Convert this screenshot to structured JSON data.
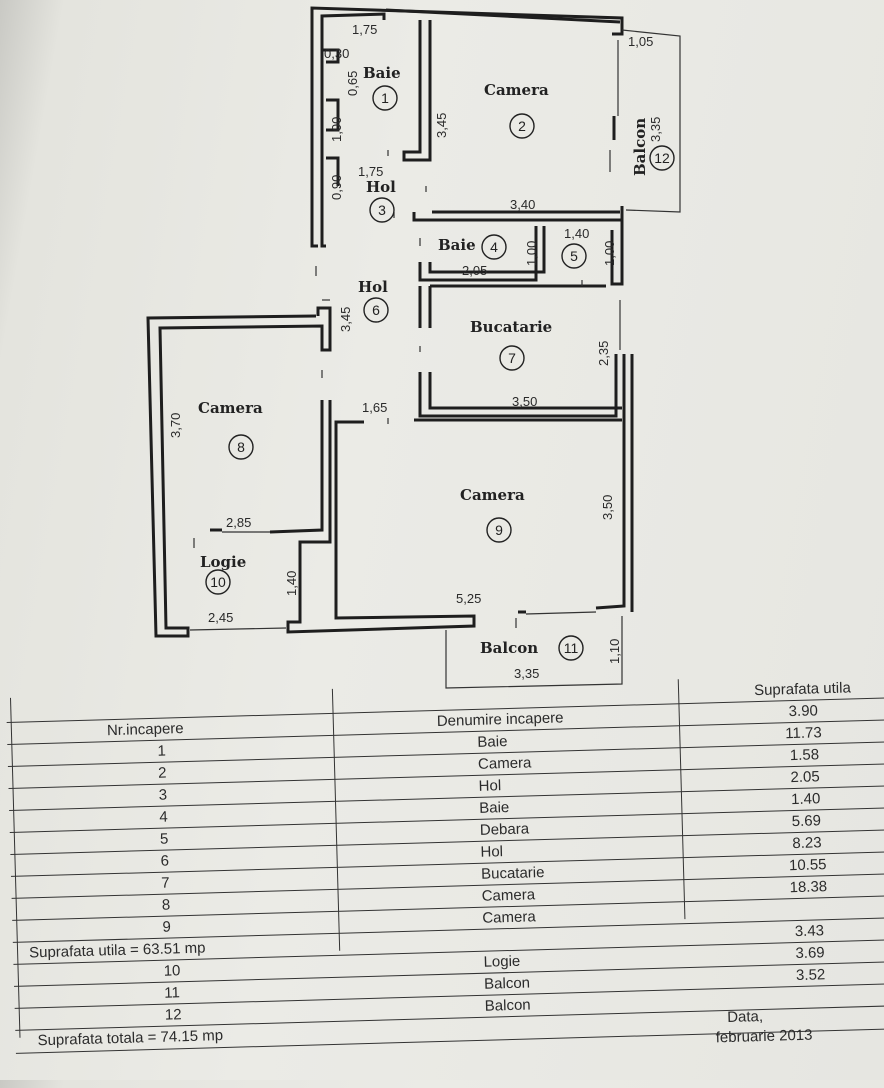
{
  "plan": {
    "rooms": [
      {
        "label": "Baie",
        "num": "1"
      },
      {
        "label": "Camera",
        "num": "2"
      },
      {
        "label": "Hol",
        "num": "3"
      },
      {
        "label": "Baie",
        "num": "4"
      },
      {
        "label": "",
        "num": "5"
      },
      {
        "label": "Hol",
        "num": "6"
      },
      {
        "label": "Bucatarie",
        "num": "7"
      },
      {
        "label": "Camera",
        "num": "8"
      },
      {
        "label": "Camera",
        "num": "9"
      },
      {
        "label": "Logie",
        "num": "10"
      },
      {
        "label": "Balcon",
        "num": "11"
      },
      {
        "label": "Balcon",
        "num": "12"
      }
    ],
    "dims": [
      "1,75",
      "0,30",
      "0,65",
      "1,00",
      "1,75",
      "0,90",
      "3,45",
      "1,05",
      "3,35",
      "3,40",
      "1,40",
      "1,00",
      "2,05",
      "1,00",
      "3,45",
      "2,35",
      "3,50",
      "1,65",
      "3,70",
      "2,85",
      "3,50",
      "1,40",
      "2,45",
      "5,25",
      "1,10",
      "3,35"
    ]
  },
  "table": {
    "headers": {
      "nr": "Nr.incapere",
      "name": "Denumire incapere",
      "area": "Suprafata utila"
    },
    "rows": [
      {
        "nr": "1",
        "name": "Baie",
        "area": "3.90"
      },
      {
        "nr": "2",
        "name": "Camera",
        "area": "11.73"
      },
      {
        "nr": "3",
        "name": "Hol",
        "area": "1.58"
      },
      {
        "nr": "4",
        "name": "Baie",
        "area": "2.05"
      },
      {
        "nr": "5",
        "name": "Debara",
        "area": "1.40"
      },
      {
        "nr": "6",
        "name": "Hol",
        "area": "5.69"
      },
      {
        "nr": "7",
        "name": "Bucatarie",
        "area": "8.23"
      },
      {
        "nr": "8",
        "name": "Camera",
        "area": "10.55"
      },
      {
        "nr": "9",
        "name": "Camera",
        "area": "18.38"
      }
    ],
    "subtotal": "Suprafata utila = 63.51 mp",
    "rows2": [
      {
        "nr": "10",
        "name": "Logie",
        "area": "3.43"
      },
      {
        "nr": "11",
        "name": "Balcon",
        "area": "3.69"
      },
      {
        "nr": "12",
        "name": "Balcon",
        "area": "3.52"
      }
    ],
    "total": "Suprafata totala = 74.15 mp",
    "date_label": "Data,",
    "date_value": "februarie 2013"
  }
}
